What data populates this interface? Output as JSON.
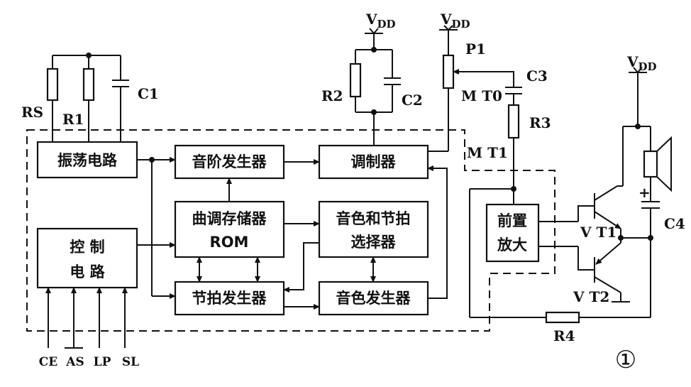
{
  "blocks": {
    "oscillator": "振荡电路",
    "control_line1": "控 制",
    "control_line2": "电 路",
    "scale_gen": "音阶发生器",
    "modulator": "调制器",
    "rom_line1": "曲调存储器",
    "rom_line2": "ROM",
    "timbre_select_line1": "音色和节拍",
    "timbre_select_line2": "选择器",
    "beat_gen": "节拍发生器",
    "timbre_gen": "音色发生器",
    "preamp_line1": "前置",
    "preamp_line2": "放大"
  },
  "components": {
    "rs": "RS",
    "r1": "R1",
    "c1": "C1",
    "r2": "R2",
    "c2": "C2",
    "p1": "P1",
    "c3": "C3",
    "r3": "R3",
    "mt0": "M T0",
    "mt1": "M T1",
    "vt1": "V T1",
    "vt2": "V T2",
    "c4": "C4",
    "c4_polarity": "+",
    "r4": "R4"
  },
  "supply": {
    "name": "V",
    "subscript": "DD"
  },
  "pins": [
    "CE",
    "AS",
    "LP",
    "SL"
  ],
  "figure_number": "①"
}
